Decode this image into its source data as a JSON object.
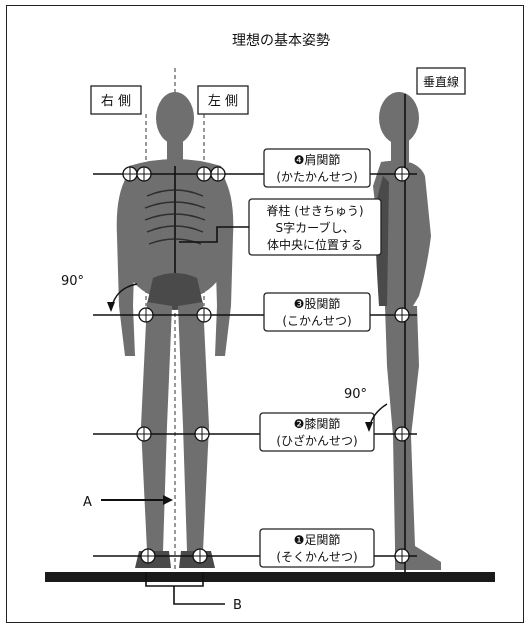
{
  "title": "理想の基本姿勢",
  "side_labels": {
    "right": "右 側",
    "left": "左 側"
  },
  "vertical_line_label": "垂直線",
  "joints": {
    "shoulder": {
      "name": "❹肩関節",
      "reading": "(かたかんせつ)"
    },
    "spine": {
      "line1": "脊柱 (せきちゅう)",
      "line2": "S字カーブし、",
      "line3": "体中央に位置する"
    },
    "hip": {
      "name": "❸股関節",
      "reading": "(こかんせつ)"
    },
    "knee": {
      "name": "❷膝関節",
      "reading": "(ひざかんせつ)"
    },
    "ankle": {
      "name": "❶足関節",
      "reading": "(そくかんせつ)"
    }
  },
  "angles": {
    "hip_angle": "90°",
    "knee_angle": "90°"
  },
  "markers": {
    "a": "A",
    "b": "B"
  }
}
